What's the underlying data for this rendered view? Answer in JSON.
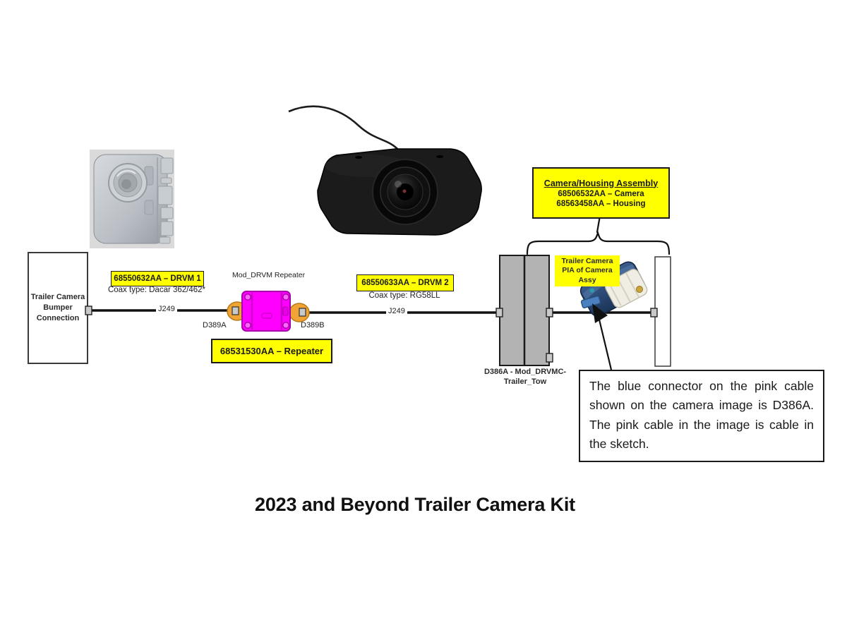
{
  "title": "2023 and Beyond Trailer Camera Kit",
  "assembly_callout": {
    "heading": "Camera/Housing Assembly",
    "camera_line": "68506532AA – Camera",
    "housing_line": "68563458AA – Housing"
  },
  "bumper_box": {
    "line1": "Trailer Camera",
    "line2": "Bumper",
    "line3": "Connection"
  },
  "drvm1": {
    "part": "68550632AA – DRVM 1",
    "coax": "Coax type: Dacar 362/462*",
    "wire": "J249"
  },
  "repeater": {
    "title": "Mod_DRVM Repeater",
    "left_connector": "D389A",
    "right_connector": "D389B",
    "part": "68531530AA – Repeater"
  },
  "drvm2": {
    "part": "68550633AA – DRVM 2",
    "coax": "Coax type: RG58LL",
    "wire": "J249"
  },
  "drvmc": {
    "line1": "D386A - Mod_DRVMC-",
    "line2": "Trailer_Tow"
  },
  "pia": {
    "line1": "Trailer Camera",
    "line2": "PIA of Camera Assy"
  },
  "note": "The blue connector on the pink cable shown on the camera image is D386A. The pink cable in the image is cable in the sketch.",
  "colors": {
    "highlight": "#ffff00",
    "module_pink": "#ff00ff",
    "connector_orange": "#f0a433",
    "box_gray": "#b3b3b3",
    "cable_pink": "#ef8f9a",
    "connector_blue": "#4a7fc0"
  }
}
